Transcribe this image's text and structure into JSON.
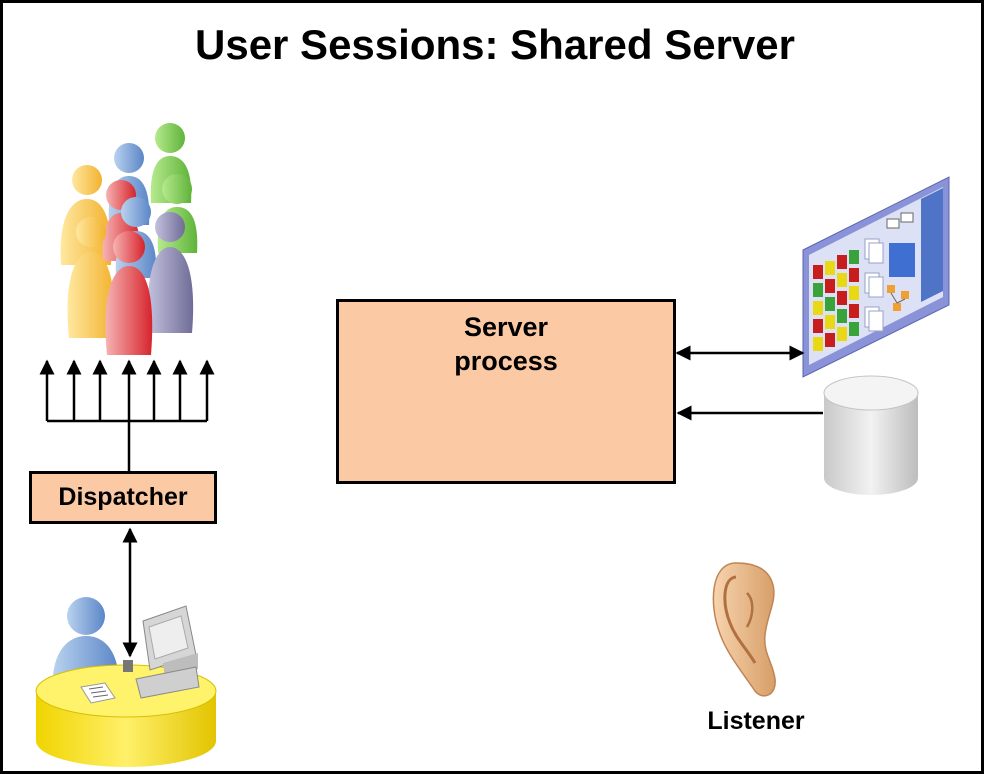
{
  "title": "User Sessions: Shared Server",
  "boxes": {
    "server_process": "Server\nprocess",
    "dispatcher": "Dispatcher"
  },
  "listener": {
    "label": "Listener"
  },
  "icons": {
    "users_group": "people-group-icon",
    "client_workstation": "user-at-computer-icon",
    "memory_structure": "sga-memory-panel-icon",
    "database": "database-cylinder-icon",
    "listener": "ear-icon"
  },
  "colors": {
    "box_fill": "#fbc9a3",
    "border": "#000000",
    "desk": "#f5e21c",
    "panel": "#8a93d8"
  }
}
